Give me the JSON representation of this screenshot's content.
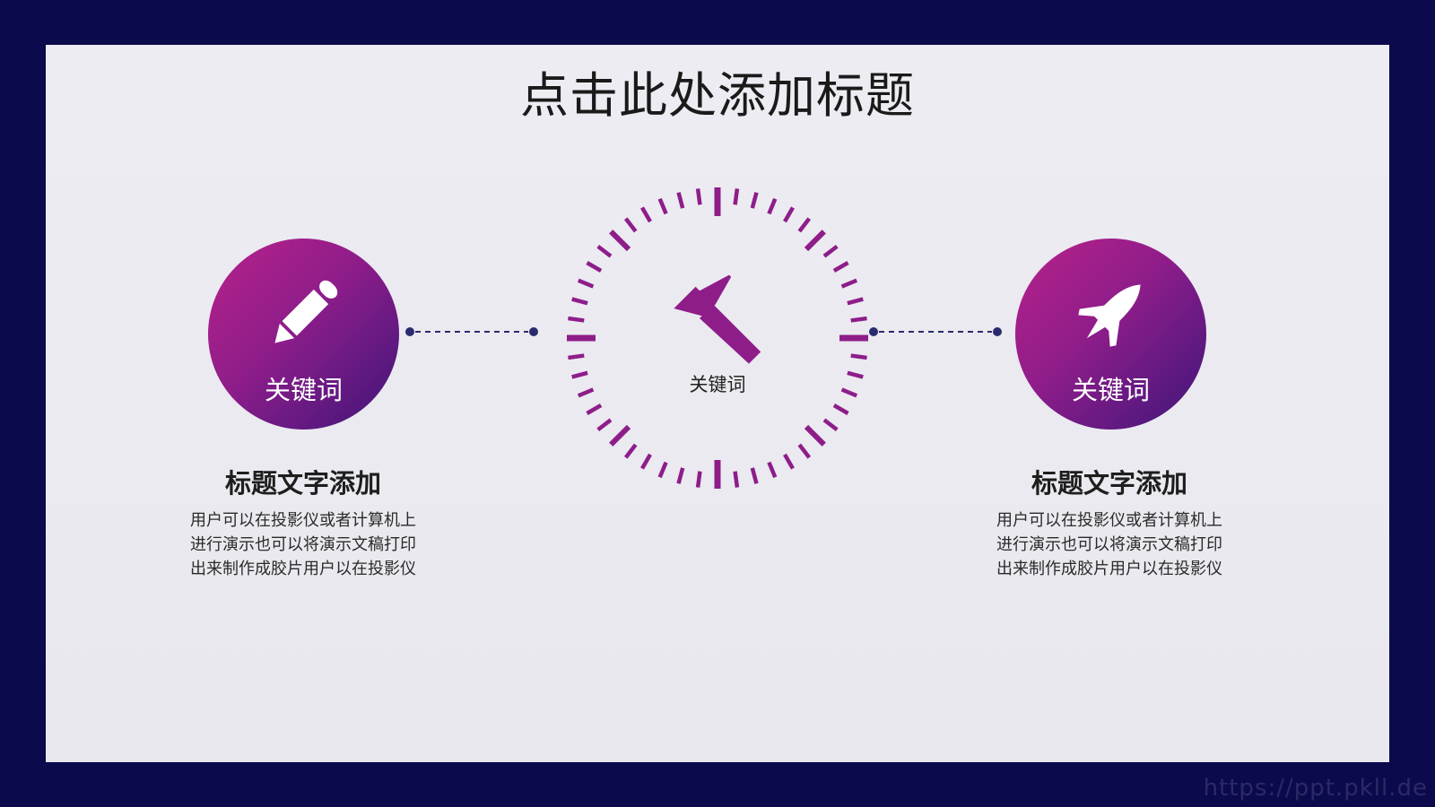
{
  "slide": {
    "title": "点击此处添加标题",
    "left_item": {
      "icon": "pencil-icon",
      "keyword": "关键词",
      "heading": "标题文字添加",
      "lines": [
        "用户可以在投影仪或者计算机上",
        "进行演示也可以将演示文稿打印",
        "出来制作成胶片用户以在投影仪"
      ]
    },
    "center_item": {
      "icon": "hammer-icon",
      "keyword": "关键词"
    },
    "right_item": {
      "icon": "rocket-icon",
      "keyword": "关键词",
      "heading": "标题文字添加",
      "lines": [
        "用户可以在投影仪或者计算机上",
        "进行演示也可以将演示文稿打印",
        "出来制作成胶片用户以在投影仪"
      ]
    }
  },
  "colors": {
    "frame": "#0b0a4d",
    "accent": "#8e1d8a",
    "accent_light": "#b8218a",
    "accent_dark": "#3d1679",
    "connector": "#2c2a6e"
  },
  "watermark": "https://ppt.pkll.de"
}
